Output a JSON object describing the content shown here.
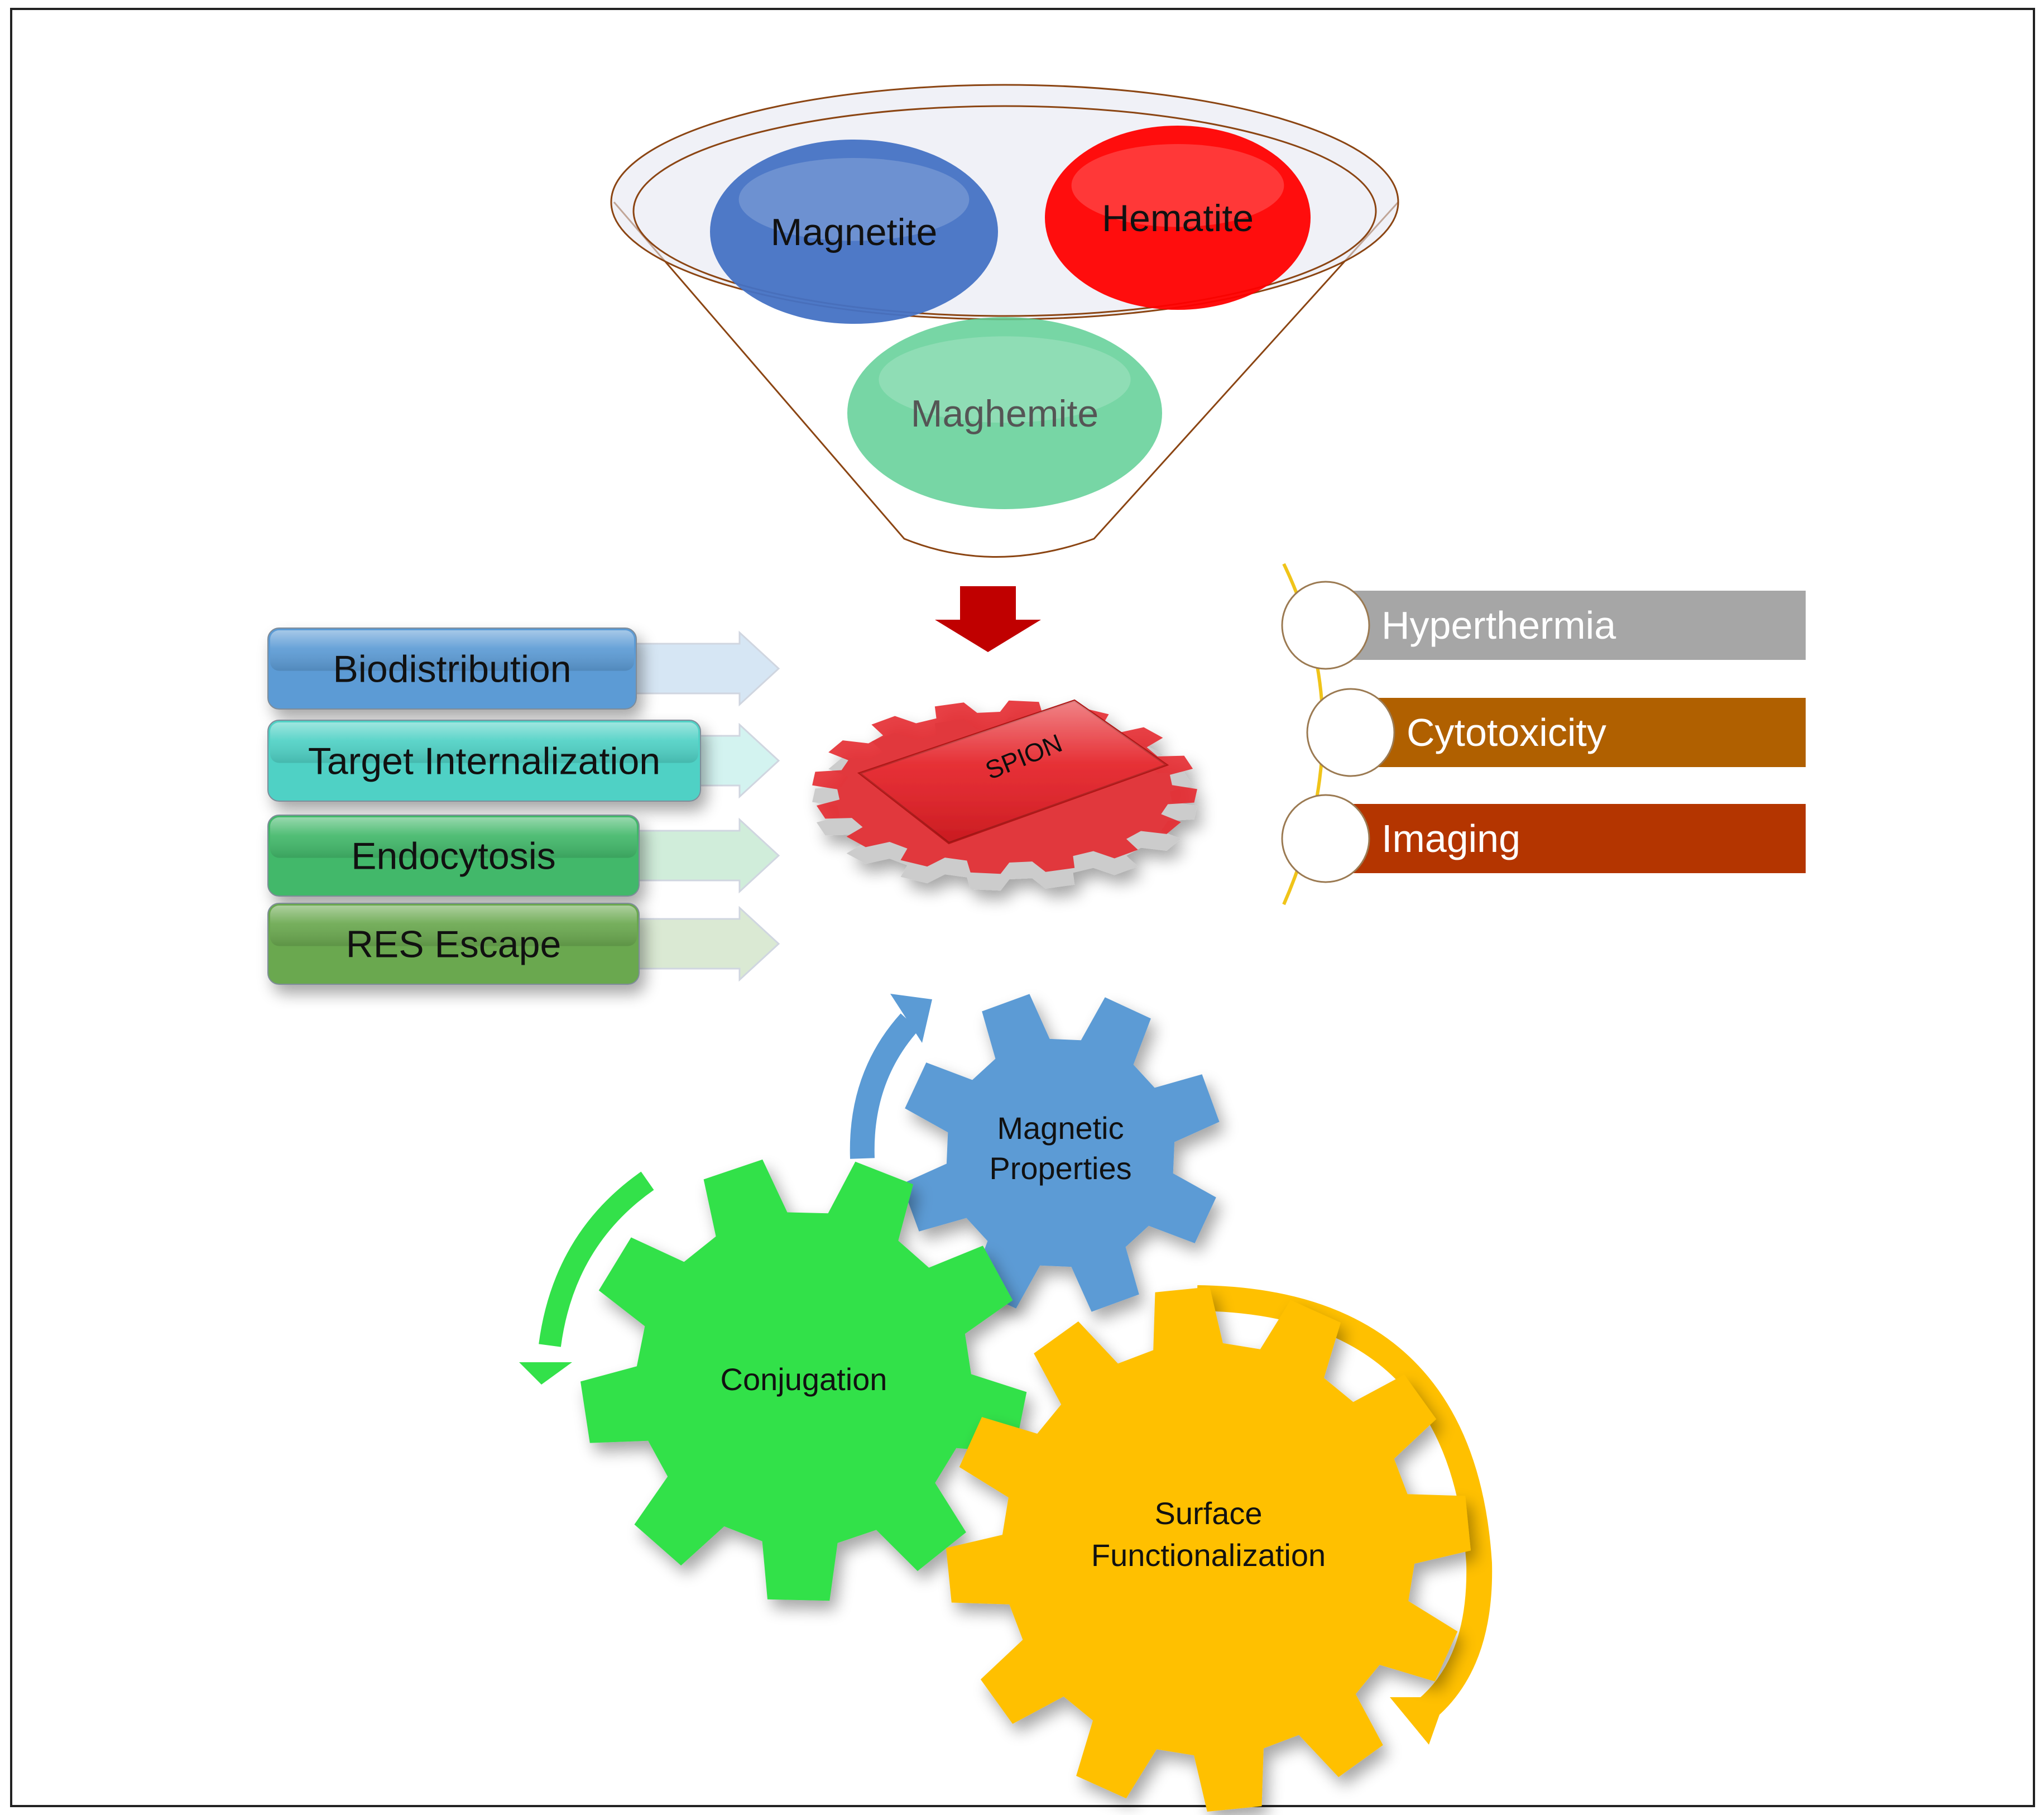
{
  "funnel": {
    "items": [
      {
        "label": "Magnetite",
        "color": "#4472c4"
      },
      {
        "label": "Hematite",
        "color": "#ff0000"
      },
      {
        "label": "Maghemite",
        "color": "#5fcf95"
      }
    ]
  },
  "down_arrow_color": "#c00000",
  "center": {
    "label": "SPION",
    "color": "#e41e24"
  },
  "left_list": {
    "items": [
      {
        "label": "Biodistribution",
        "color": "#5b9bd5"
      },
      {
        "label": "Target Internalization",
        "color": "#4fd1c5"
      },
      {
        "label": "Endocytosis",
        "color": "#43b86a"
      },
      {
        "label": "RES Escape",
        "color": "#6aa84f"
      }
    ]
  },
  "right_list": {
    "items": [
      {
        "label": "Hyperthermia",
        "color": "#a6a6a6"
      },
      {
        "label": "Cytotoxicity",
        "color": "#b06000"
      },
      {
        "label": "Imaging",
        "color": "#b43500"
      }
    ]
  },
  "gears": {
    "magnetic": {
      "label_line1": "Magnetic",
      "label_line2": "Properties",
      "color": "#5b9bd5"
    },
    "conjugation": {
      "label": "Conjugation",
      "color": "#33e14a"
    },
    "surface": {
      "label_line1": "Surface",
      "label_line2": "Functionalization",
      "color": "#ffc000"
    }
  }
}
